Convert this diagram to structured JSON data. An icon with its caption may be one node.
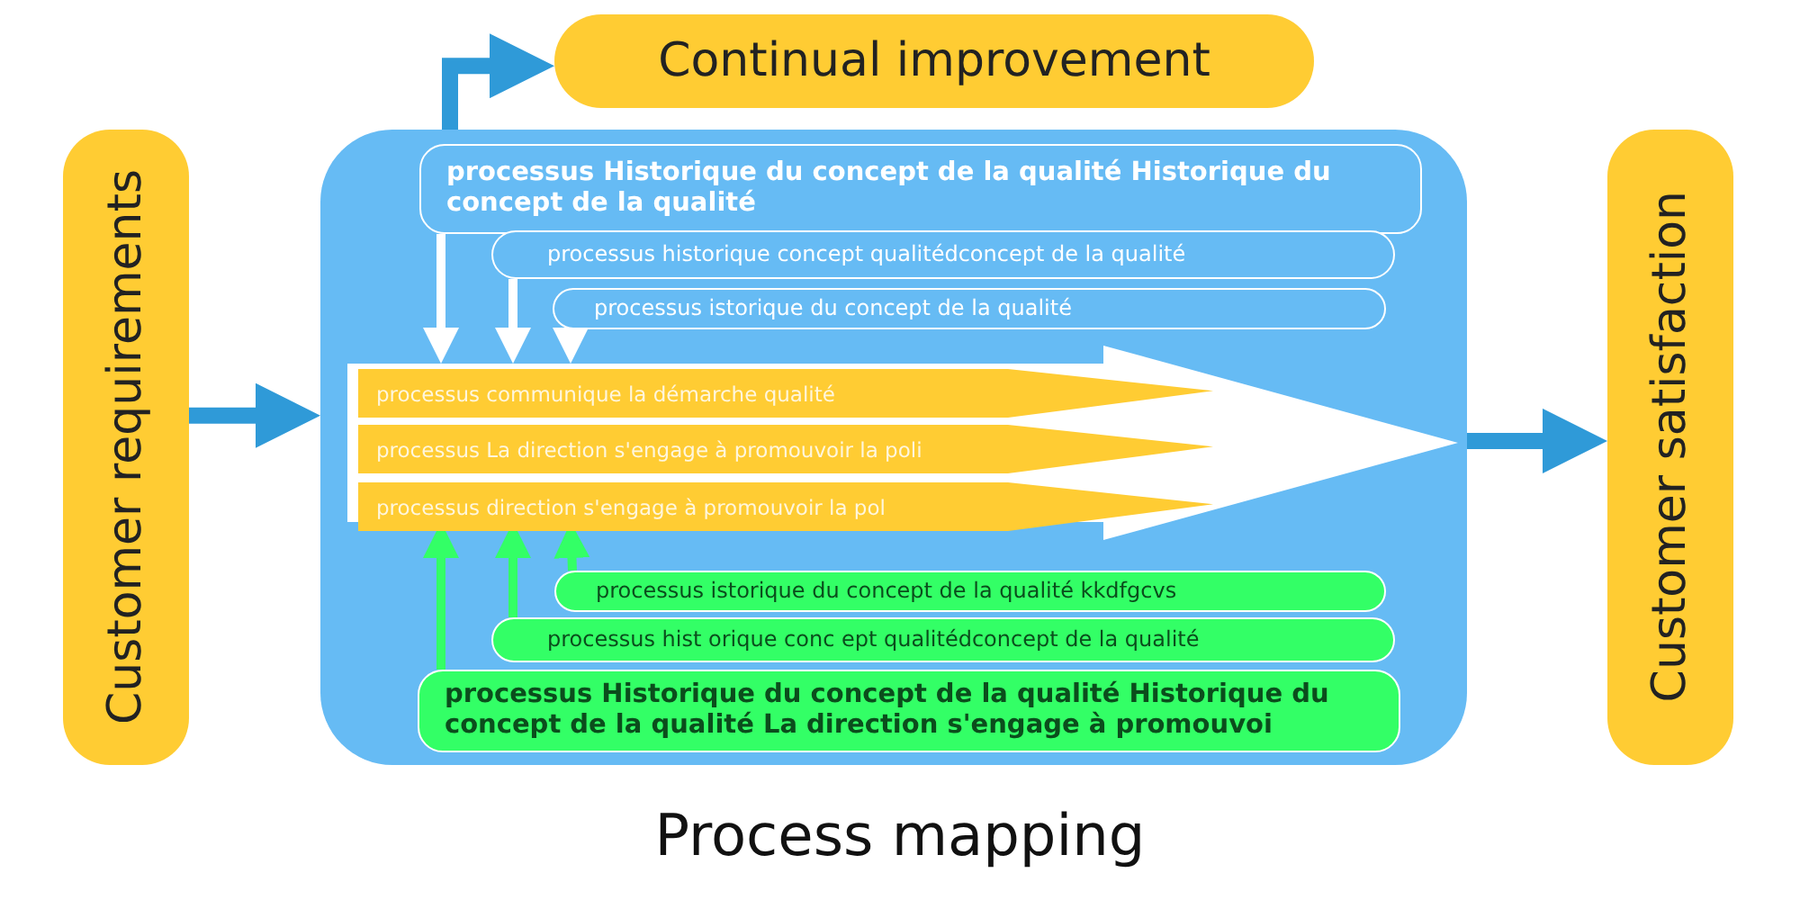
{
  "diagram": {
    "caption": "Process mapping",
    "nodes": [
      {
        "text": [
          "Customer requirements"
        ]
      },
      {
        "text": [
          "Continual improvement"
        ]
      },
      {
        "text": [
          "Customer satisfaction"
        ]
      },
      {
        "text": [],
        "shape": "box"
      },
      {
        "text": [
          "processus Historique du concept de la qualité Historique du concept de la qualité"
        ],
        "in": 3
      },
      {
        "text": [
          "processus historique  concept qualitédconcept de la qualité"
        ],
        "in": 3
      },
      {
        "text": [
          "processus istorique du concept de la qualité"
        ],
        "in": 3
      },
      {
        "text": [],
        "shape": "arrow",
        "in": 3
      },
      {
        "text": [
          "processus communique la démarche qualité"
        ],
        "in": 7
      },
      {
        "text": [
          "processus  La direction s'engage à promouvoir la poli"
        ],
        "in": 7
      },
      {
        "text": [
          "processus direction s'engage à promouvoir la pol"
        ],
        "in": 7
      },
      {
        "text": [
          "processus istorique du concept de la qualité  kkdfgcvs"
        ],
        "in": 3
      },
      {
        "text": [
          "processus hist orique  conc ept  qualitédconcept de la qualité"
        ],
        "in": 3
      },
      {
        "text": [
          "processus Historique du concept de la qualité Historique du concept de la qualité La direction s'engage à promouvoi"
        ],
        "in": 3
      }
    ],
    "edges": [
      {
        "from": 0,
        "to": 3,
        "arrow": "to",
        "style": "thick",
        "color": "#2f9ad8"
      },
      {
        "from": 3,
        "to": 1,
        "arrow": "to",
        "style": "thick",
        "color": "#2f9ad8"
      },
      {
        "from": 3,
        "to": 2,
        "arrow": "to",
        "style": "thick",
        "color": "#2f9ad8"
      },
      {
        "from": 4,
        "to": 7,
        "arrow": "to",
        "color": "#ffffff"
      },
      {
        "from": 5,
        "to": 7,
        "arrow": "to",
        "color": "#ffffff"
      },
      {
        "from": 6,
        "to": 7,
        "arrow": "to",
        "color": "#ffffff"
      },
      {
        "from": 11,
        "to": 7,
        "arrow": "to",
        "color": "#33ff66"
      },
      {
        "from": 12,
        "to": 7,
        "arrow": "to",
        "color": "#33ff66"
      },
      {
        "from": 13,
        "to": 7,
        "arrow": "to",
        "color": "#33ff66"
      }
    ]
  }
}
